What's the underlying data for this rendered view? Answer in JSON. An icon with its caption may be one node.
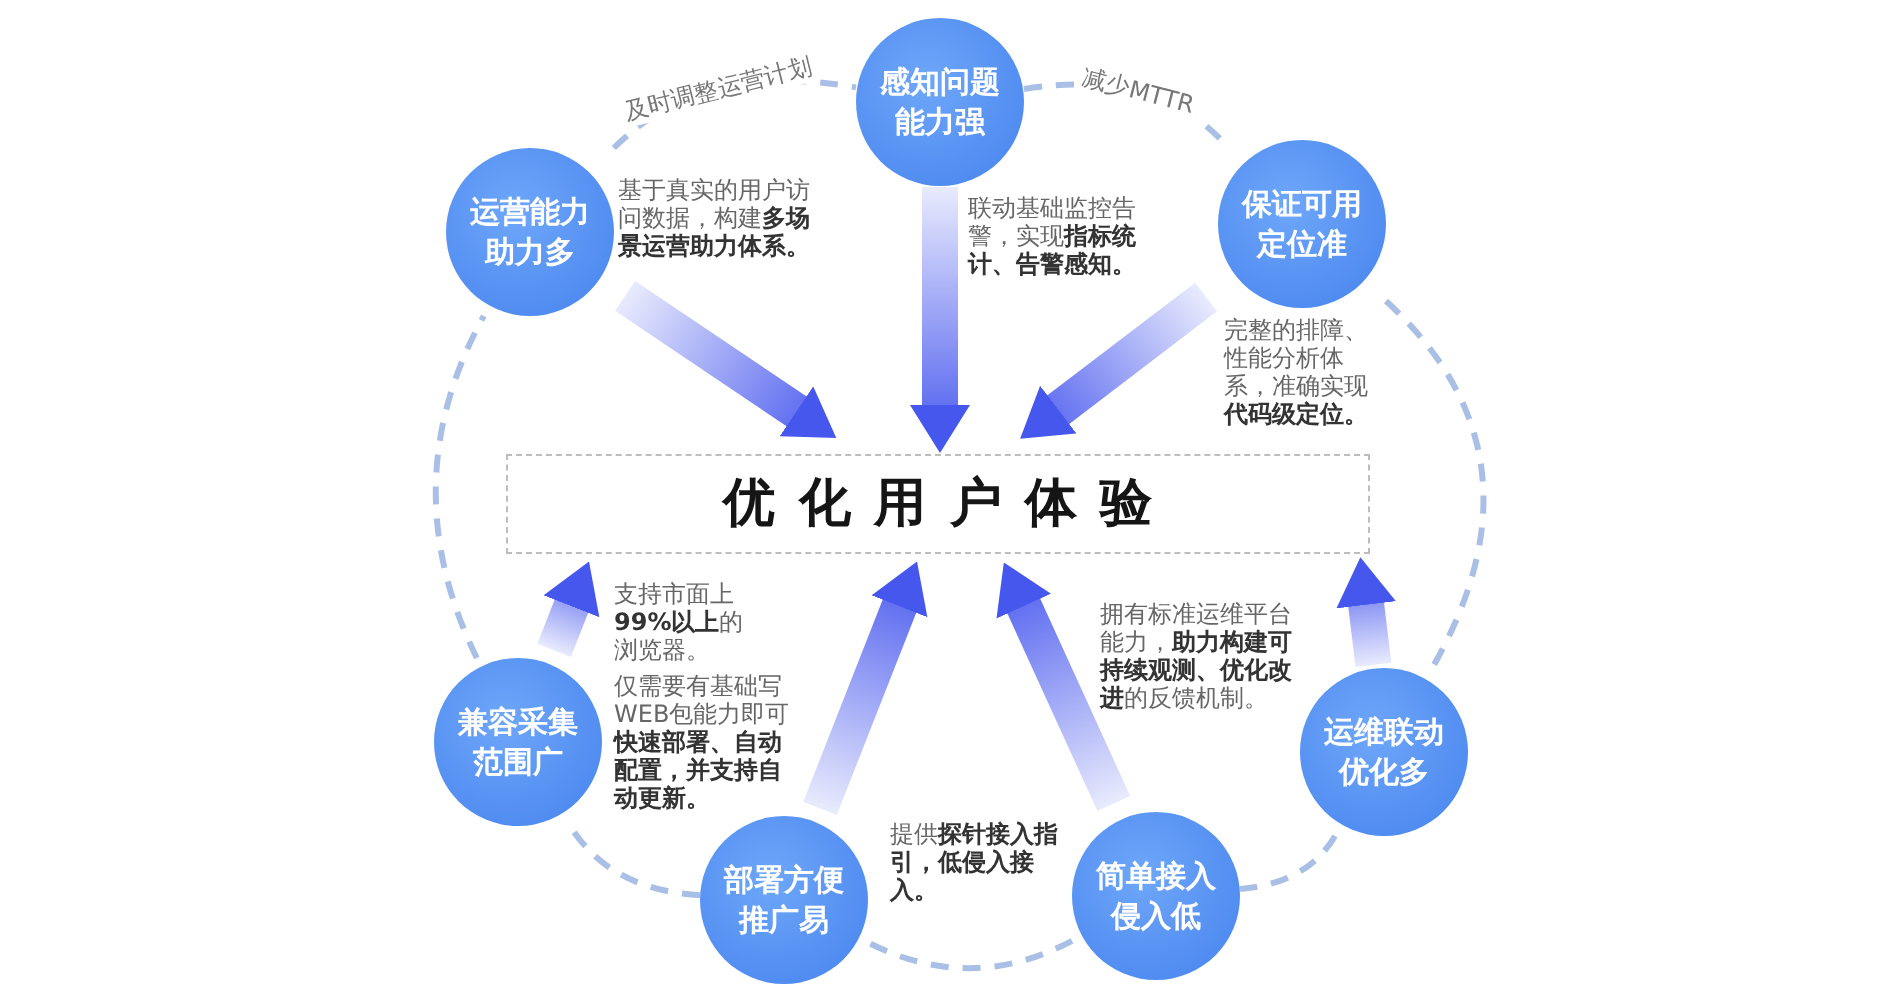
{
  "diagram": {
    "nodes": [
      {
        "text": [
          "感知问题能力强"
        ],
        "beside": [
          "联动基础监控告警，实现**指标统计、告警感知。**"
        ]
      },
      {
        "text": [
          "运营能力助力多"
        ],
        "beside": [
          "基于真实的用户访问数据，构建**多场景运营助力体系。**"
        ]
      },
      {
        "text": [
          "保证可用定位准"
        ],
        "beside": [
          "完整的排障、性能分析体系，准确实现**代码级定位。**"
        ]
      },
      {
        "text": [
          "优化用户体验"
        ]
      },
      {
        "text": [
          "兼容采集范围广"
        ],
        "beside": [
          "支持市面上**99%以上**的浏览器。"
        ]
      },
      {
        "text": [
          "部署方便推广易"
        ],
        "beside": [
          "仅需要有基础写WEB包能力即可**快速部署、自动配置，并支持自动更新。**"
        ]
      },
      {
        "text": [
          "简单接入侵入低"
        ],
        "beside": [
          "提供**探针接入指引，低侵入接入。**"
        ]
      },
      {
        "text": [
          "运维联动优化多"
        ],
        "beside": [
          "拥有标准运维平台能力，**助力构建可持续观测、优化改进**的反馈机制。"
        ]
      }
    ],
    "edges": [
      {
        "from": 0,
        "to": 3,
        "arrow": "to",
        "style": "thick",
        "color": "#4657ee"
      },
      {
        "from": 1,
        "to": 3,
        "arrow": "to",
        "style": "thick",
        "color": "#4657ee"
      },
      {
        "from": 2,
        "to": 3,
        "arrow": "to",
        "style": "thick",
        "color": "#4657ee"
      },
      {
        "from": 4,
        "to": 3,
        "arrow": "to",
        "style": "thick",
        "color": "#4657ee"
      },
      {
        "from": 5,
        "to": 3,
        "arrow": "to",
        "style": "thick",
        "color": "#4657ee"
      },
      {
        "from": 6,
        "to": 3,
        "arrow": "to",
        "style": "thick",
        "color": "#4657ee"
      },
      {
        "from": 7,
        "to": 3,
        "arrow": "to",
        "style": "thick",
        "color": "#4657ee"
      },
      {
        "from": 1,
        "to": 0,
        "arrow": "none",
        "style": "dashed",
        "color": "#aabfe6",
        "label": "及时调整运营计划"
      },
      {
        "from": 0,
        "to": 2,
        "arrow": "none",
        "style": "dashed",
        "color": "#aabfe6",
        "label": "减少MTTR"
      },
      {
        "from": 2,
        "to": 7,
        "arrow": "none",
        "style": "dashed",
        "color": "#aabfe6"
      },
      {
        "from": 7,
        "to": 6,
        "arrow": "none",
        "style": "dashed",
        "color": "#aabfe6"
      },
      {
        "from": 6,
        "to": 5,
        "arrow": "none",
        "style": "dashed",
        "color": "#aabfe6"
      },
      {
        "from": 5,
        "to": 4,
        "arrow": "none",
        "style": "dashed",
        "color": "#aabfe6"
      },
      {
        "from": 4,
        "to": 1,
        "arrow": "none",
        "style": "dashed",
        "color": "#aabfe6"
      }
    ]
  }
}
